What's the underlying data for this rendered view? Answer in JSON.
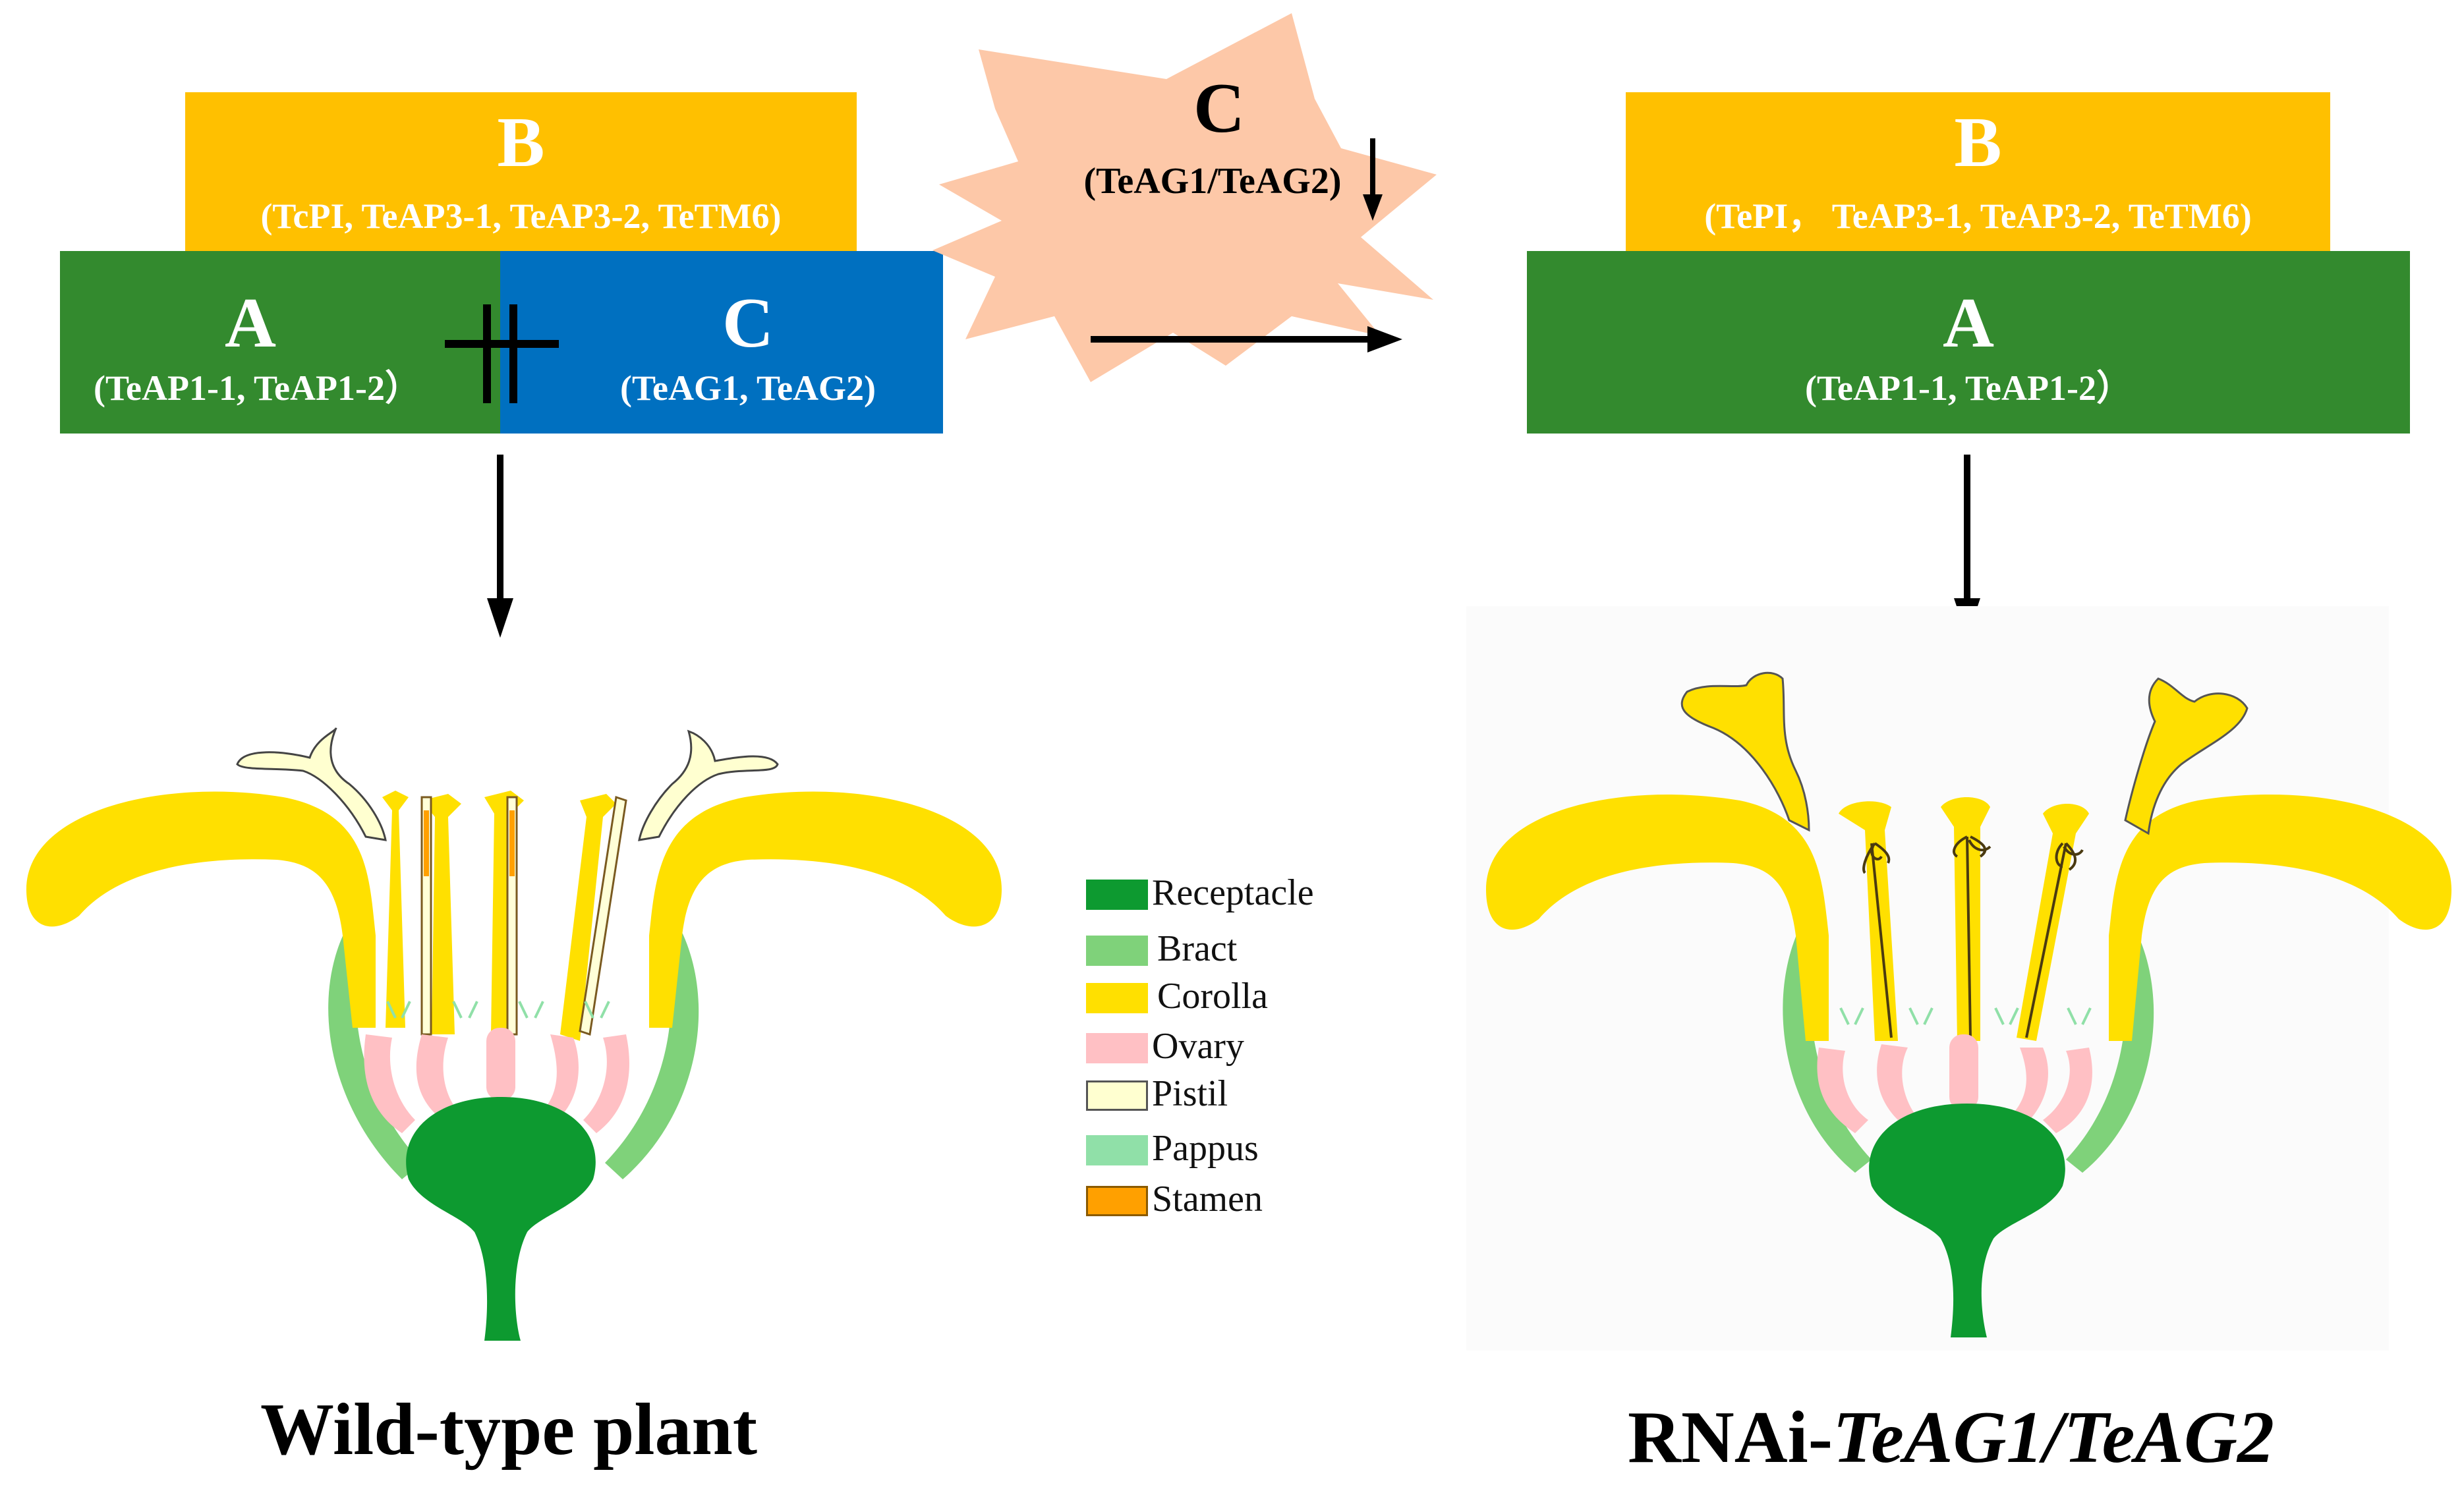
{
  "wild_type": {
    "b_box": {
      "letter": "B",
      "genes": "(TcPI, TeAP3-1, TeAP3-2, TeTM6)"
    },
    "a_box": {
      "letter": "A",
      "genes": "(TeAP1-1, TeAP1-2）"
    },
    "c_box": {
      "letter": "C",
      "genes": "(TeAG1, TeAG2)"
    },
    "caption": "Wild-type plant"
  },
  "transition": {
    "letter": "C",
    "genes": "(TeAG1/TeAG2)"
  },
  "rnai": {
    "b_box": {
      "letter": "B",
      "genes": "(TePI， TeAP3-1, TeAP3-2, TeTM6)"
    },
    "a_box": {
      "letter": "A",
      "genes": "(TeAP1-1, TeAP1-2）"
    },
    "caption_prefix": "RNAi-",
    "caption_italic": "TeAG1/TeAG2"
  },
  "legend": [
    {
      "label": "Receptacle",
      "color": "#0d9a30"
    },
    {
      "label": "Bract",
      "color": "#7fd27a"
    },
    {
      "label": "Corolla",
      "color": "#ffe000"
    },
    {
      "label": "Ovary",
      "color": "#ffc0c4"
    },
    {
      "label": "Pistil",
      "color": "#ffffd0"
    },
    {
      "label": "Pappus",
      "color": "#90e0a8"
    },
    {
      "label": "Stamen",
      "color": "#ffa000"
    }
  ],
  "colors": {
    "a_green": "#338a2e",
    "b_yellow": "#ffc000",
    "c_blue": "#0070c0",
    "star": "#fdc8a8",
    "receptacle": "#0d9a30",
    "bract": "#7fd27a",
    "corolla": "#ffe000",
    "ovary": "#ffc0c4",
    "pistil": "#ffffd0",
    "pappus": "#90e0a8",
    "stamen": "#ffa000"
  }
}
